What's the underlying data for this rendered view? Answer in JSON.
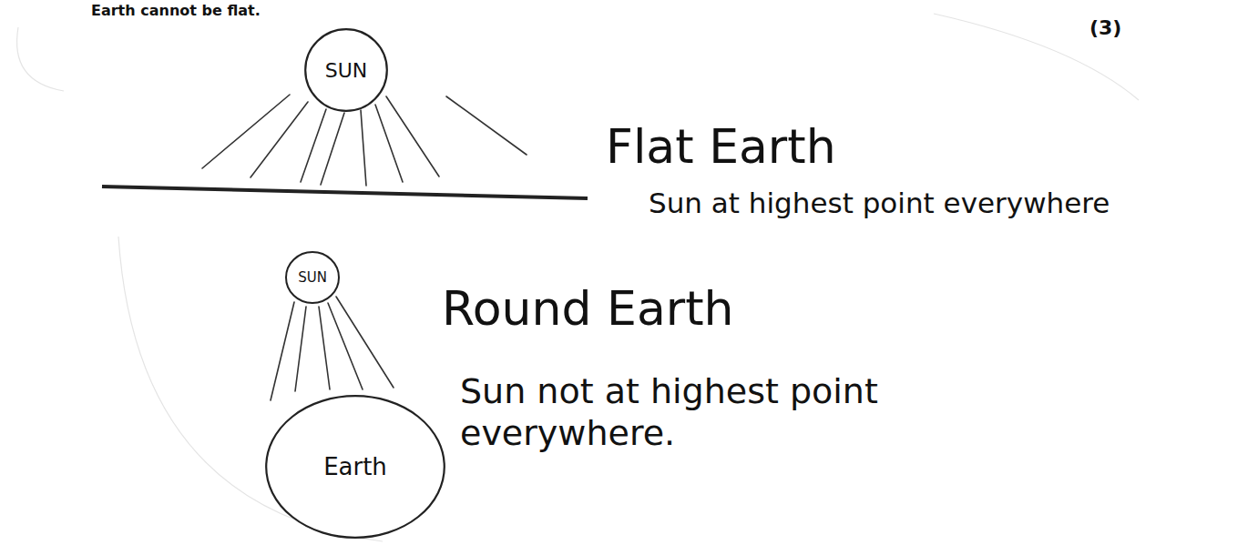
{
  "diagram": {
    "nodes": [
      {
        "text": [
          "SUN"
        ]
      },
      {
        "text": [
          "SUN"
        ]
      },
      {
        "text": [
          "Earth"
        ]
      }
    ],
    "labels": [
      "Earth cannot be flat.",
      "(3)",
      "Flat Earth",
      "Sun at highest point everywhere",
      "Round Earth",
      "Sun not at highest point everywhere."
    ]
  }
}
